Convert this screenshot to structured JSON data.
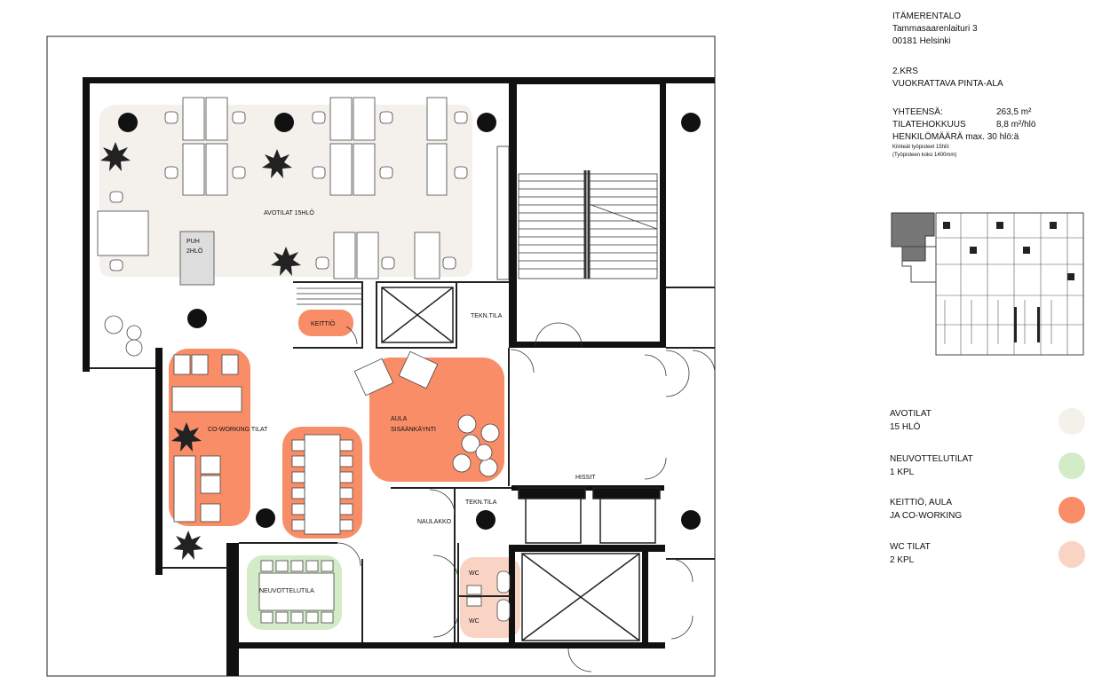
{
  "building": {
    "name": "ITÄMERENTALO",
    "street": "Tammasaarenlaituri 3",
    "city": "00181 Helsinki"
  },
  "floor": {
    "level": "2.KRS",
    "subtitle": "VUOKRATTAVA PINTA-ALA"
  },
  "stats": {
    "total_label": "YHTEENSÄ:",
    "total_value": "263,5 m²",
    "efficiency_label": "TILATEHOKKUUS",
    "efficiency_value": "8,8 m²/hlö",
    "persons_label": "HENKILÖMÄÄRÄ max. 30 hlö:ä",
    "note_1": "Kiinteät työpisteet 15hlö",
    "note_2": "(Työpisteen koko 1400mm)"
  },
  "legend": [
    {
      "line1": "AVOTILAT",
      "line2": "15 HLÖ",
      "color": "#f4f1ec"
    },
    {
      "line1": "NEUVOTTELUTILAT",
      "line2": "1 KPL",
      "color": "#d3ebc7"
    },
    {
      "line1": "KEITTIÖ, AULA",
      "line2": "JA CO-WORKING",
      "color": "#f88d67"
    },
    {
      "line1": "WC TILAT",
      "line2": "2 KPL",
      "color": "#f9d3c4"
    }
  ],
  "rooms": {
    "open_office": "AVOTILAT 15HLÖ",
    "phone_1": "PUH",
    "phone_2": "2HLÖ",
    "kitchen": "KEITTIÖ",
    "tech_1": "TEKN.TILA",
    "lobby_1": "AULA",
    "lobby_2": "SISÄÄNKÄYNTI",
    "coworking": "CO-WORKING TILAT",
    "elevators": "HISSIT",
    "cloakroom": "NAULAKKO",
    "tech_2": "TEKN.TILA",
    "meeting": "NEUVOTTELUTILA",
    "wc_1": "WC",
    "wc_2": "WC"
  }
}
